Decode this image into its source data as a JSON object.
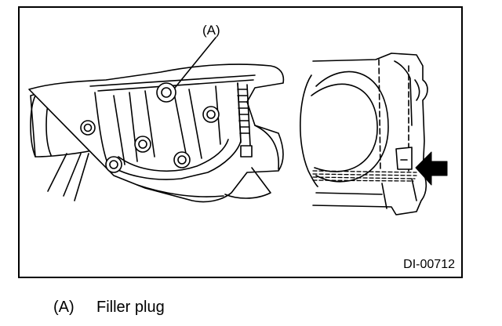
{
  "figure": {
    "id": "DI-00712",
    "callouts": [
      {
        "key": "(A)",
        "name": "Filler plug"
      }
    ]
  }
}
